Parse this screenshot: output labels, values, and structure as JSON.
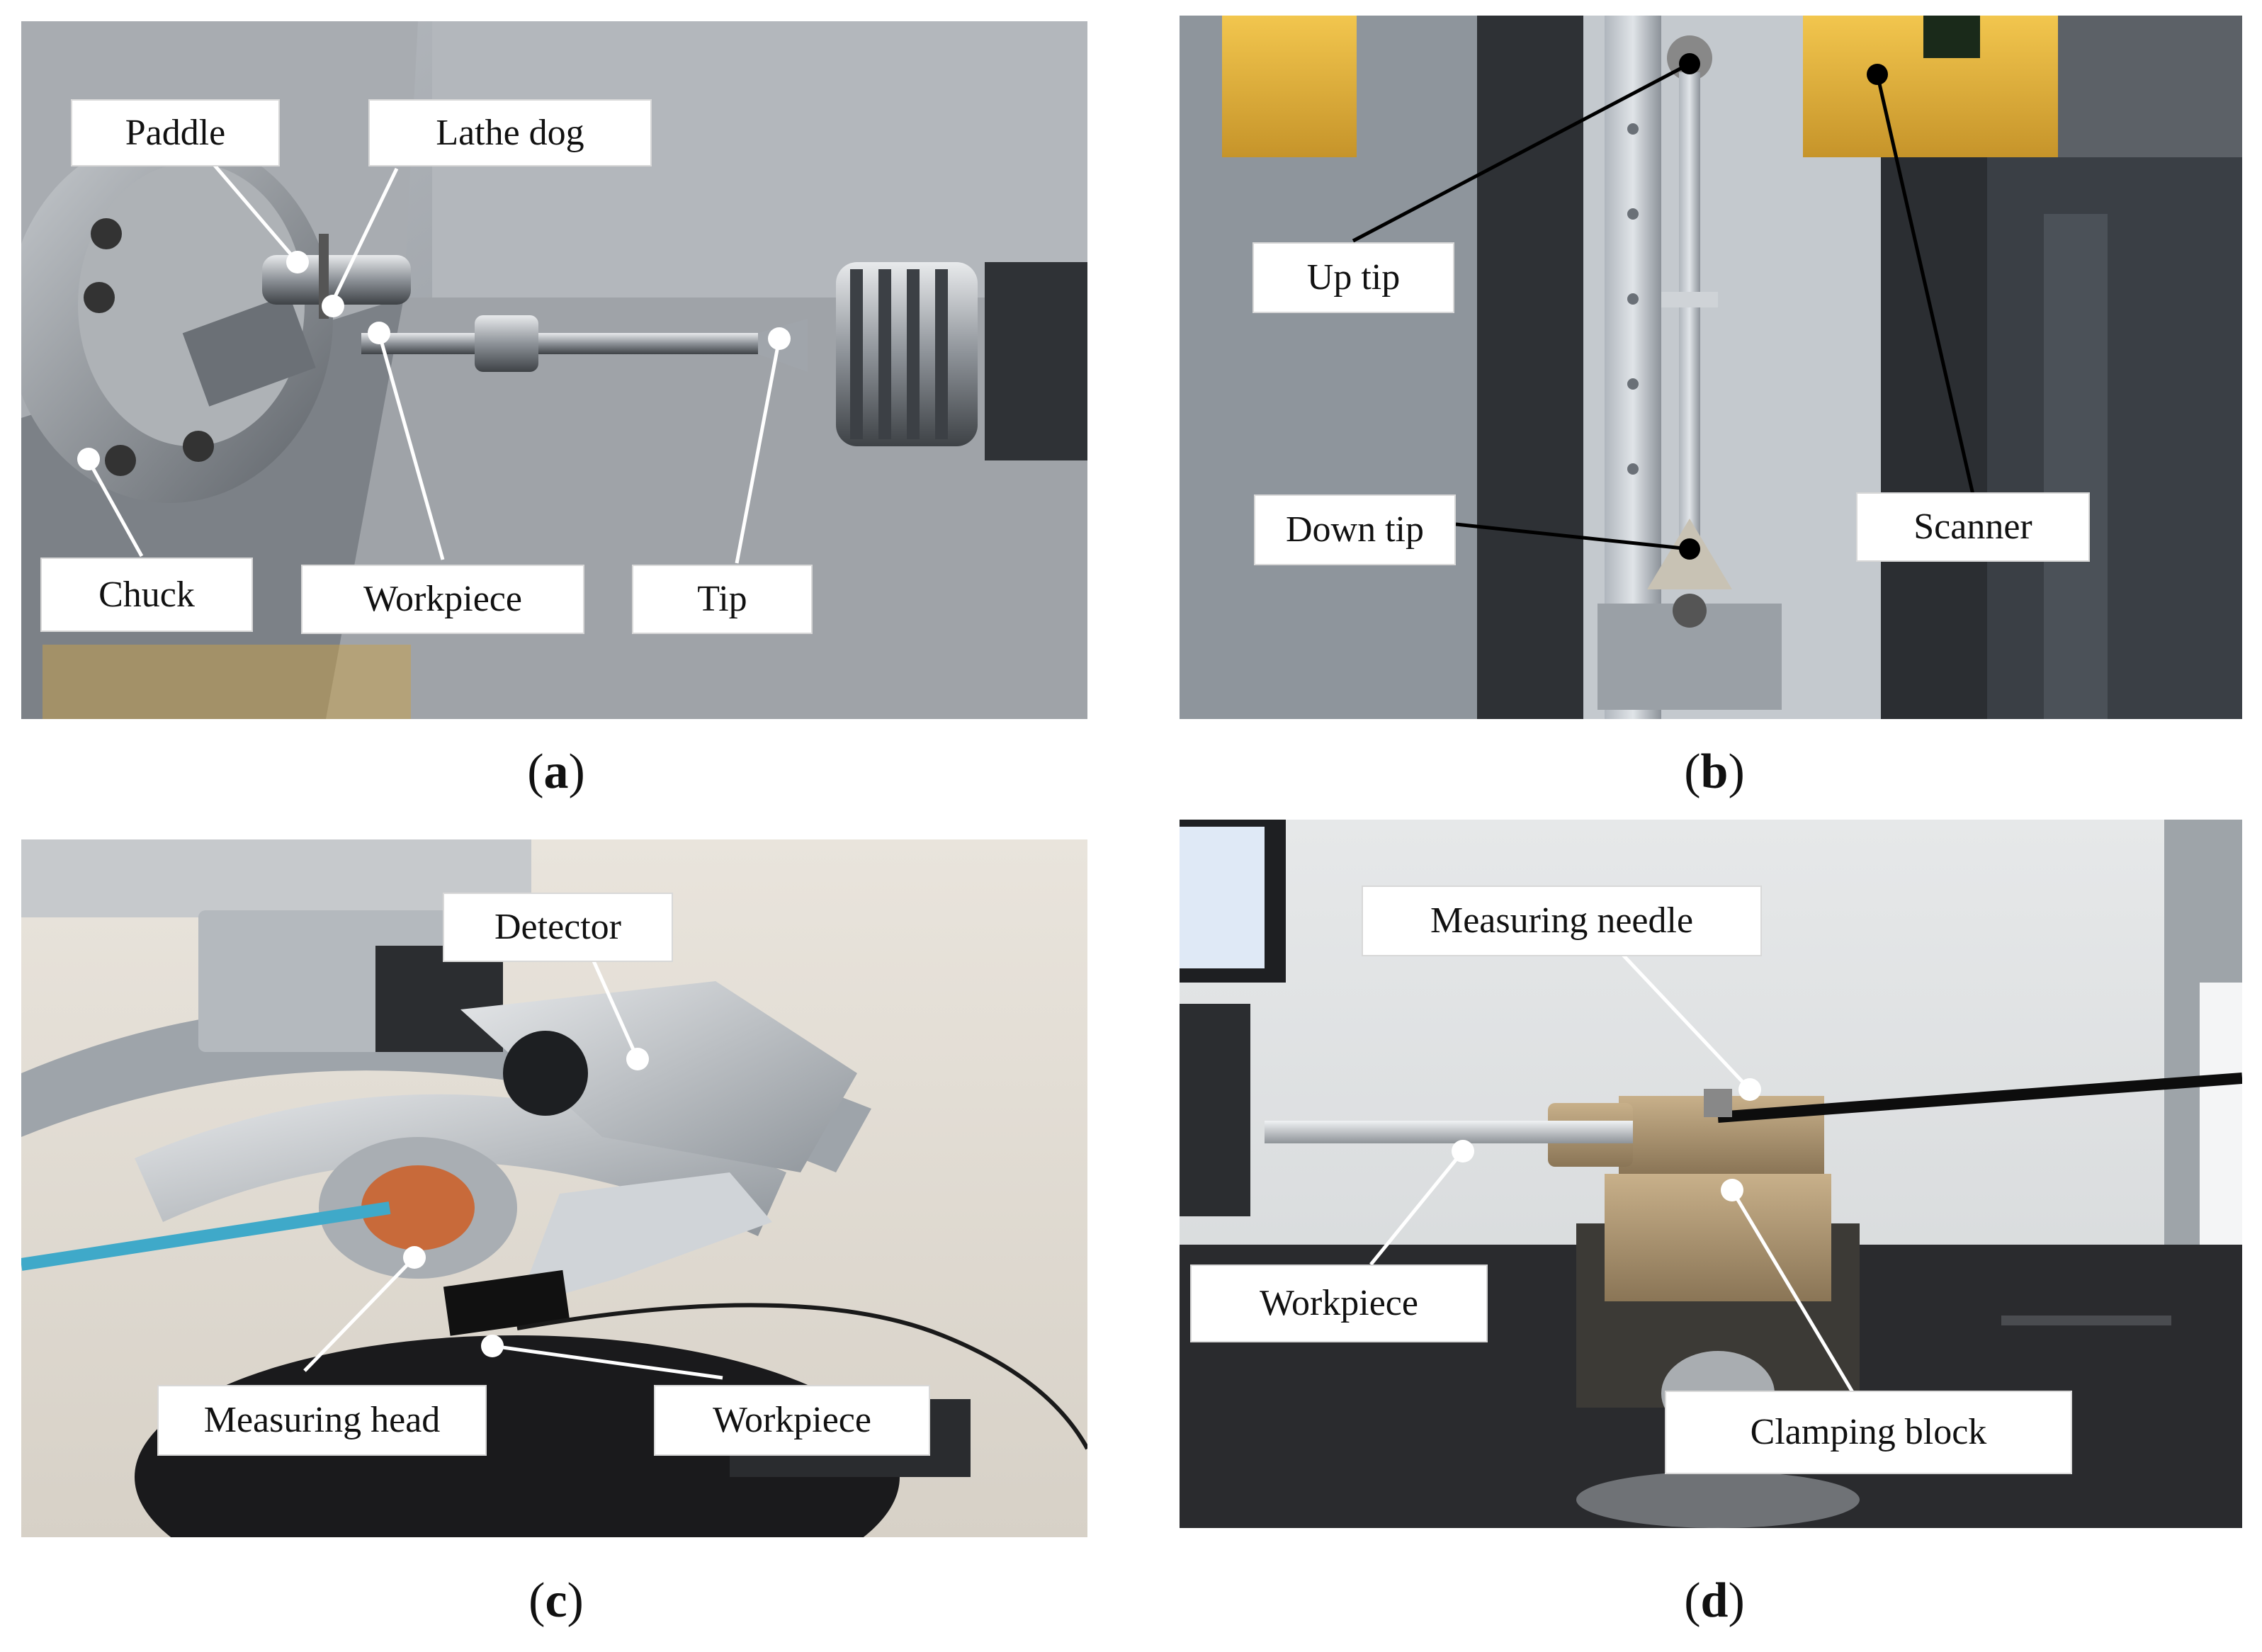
{
  "panels": [
    {
      "id": "a",
      "caption_letter": "a",
      "labels": [
        "Paddle",
        "Lathe dog",
        "Chuck",
        "Workpiece",
        "Tip"
      ]
    },
    {
      "id": "b",
      "caption_letter": "b",
      "labels": [
        "Up tip",
        "Down tip",
        "Scanner"
      ]
    },
    {
      "id": "c",
      "caption_letter": "c",
      "labels": [
        "Detector",
        "Measuring head",
        "Workpiece"
      ]
    },
    {
      "id": "d",
      "caption_letter": "d",
      "labels": [
        "Measuring needle",
        "Workpiece",
        "Clamping block"
      ]
    }
  ],
  "colors": {
    "label_bg": "#ffffff",
    "leader_line_a": "#ffffff",
    "leader_line_b": "#000000",
    "leader_line_c": "#ffffff",
    "leader_line_d": "#ffffff",
    "scanner_yellow": "#e6b53a",
    "lathe_grey": "#8a8f96"
  }
}
